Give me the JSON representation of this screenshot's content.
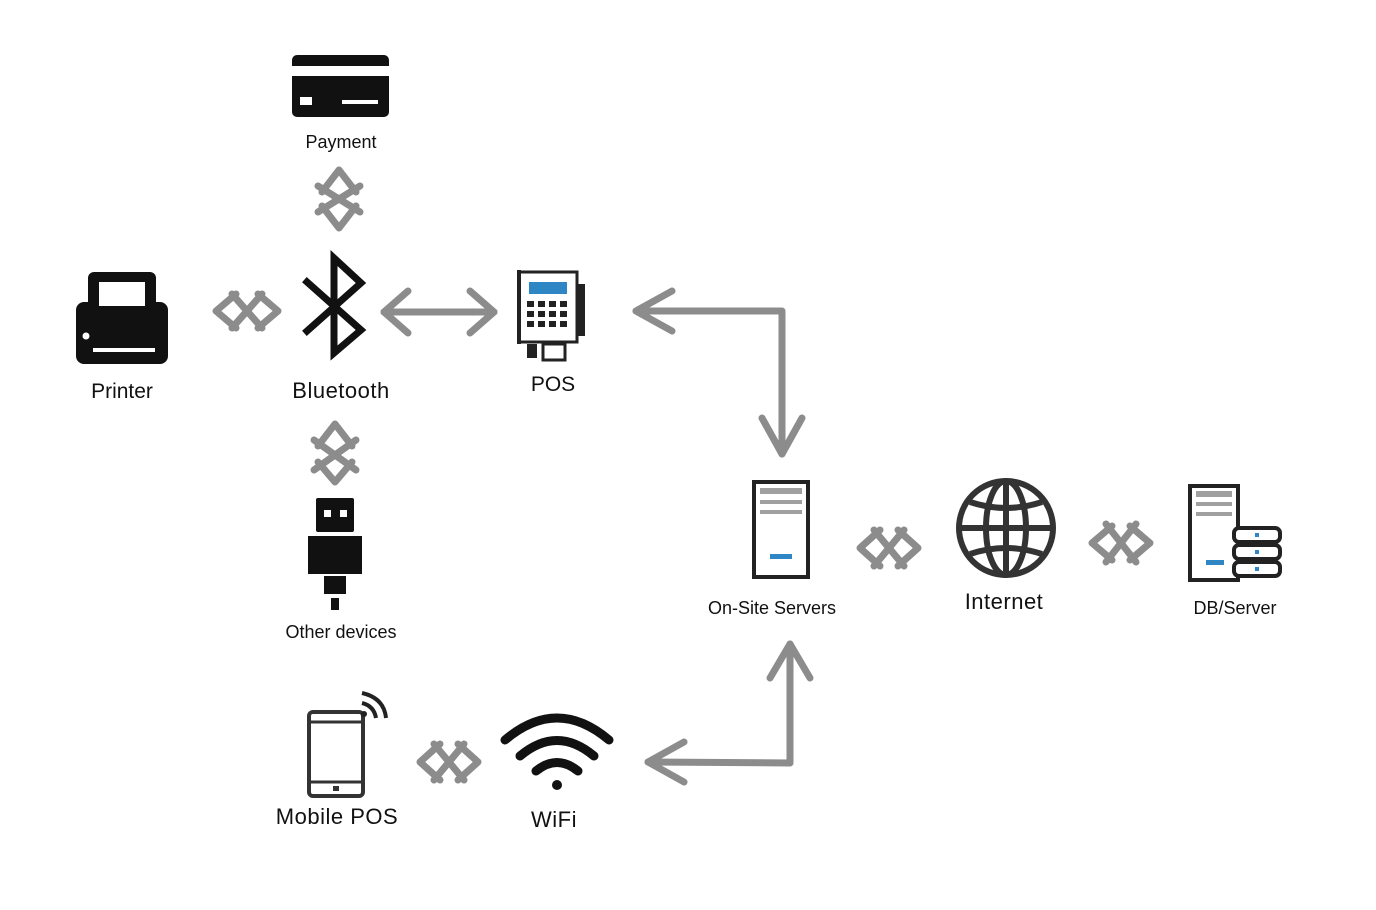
{
  "colors": {
    "arrow": "#8c8c8c",
    "icon": "#111111",
    "icon_gray": "#333333",
    "accent": "#2f86c4"
  },
  "nodes": {
    "payment": {
      "label": "Payment",
      "icon": "credit-card-icon"
    },
    "printer": {
      "label": "Printer",
      "icon": "printer-icon"
    },
    "bluetooth": {
      "label": "Bluetooth",
      "icon": "bluetooth-icon"
    },
    "pos": {
      "label": "POS",
      "icon": "pos-terminal-icon"
    },
    "other_devices": {
      "label": "Other devices",
      "icon": "usb-icon"
    },
    "onsite_servers": {
      "label": "On-Site Servers",
      "icon": "server-icon"
    },
    "internet": {
      "label": "Internet",
      "icon": "globe-icon"
    },
    "db_server": {
      "label": "DB/Server",
      "icon": "database-server-icon"
    },
    "mobile_pos": {
      "label": "Mobile POS",
      "icon": "mobile-phone-icon"
    },
    "wifi": {
      "label": "WiFi",
      "icon": "wifi-icon"
    }
  },
  "connections": [
    {
      "from": "payment",
      "to": "bluetooth",
      "style": "bidirectional"
    },
    {
      "from": "printer",
      "to": "bluetooth",
      "style": "bidirectional"
    },
    {
      "from": "bluetooth",
      "to": "pos",
      "style": "bidirectional"
    },
    {
      "from": "bluetooth",
      "to": "other_devices",
      "style": "bidirectional"
    },
    {
      "from": "pos",
      "to": "onsite_servers",
      "style": "bidirectional"
    },
    {
      "from": "onsite_servers",
      "to": "internet",
      "style": "bidirectional"
    },
    {
      "from": "internet",
      "to": "db_server",
      "style": "bidirectional"
    },
    {
      "from": "mobile_pos",
      "to": "wifi",
      "style": "bidirectional"
    },
    {
      "from": "wifi",
      "to": "onsite_servers",
      "style": "bidirectional"
    }
  ]
}
